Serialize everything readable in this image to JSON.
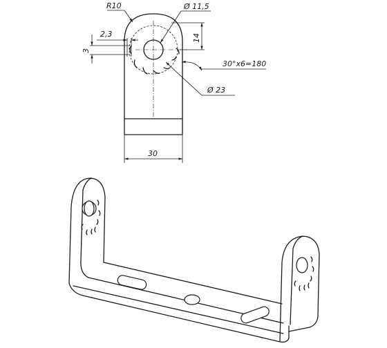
{
  "drawing": {
    "dimensions": {
      "radius": "R10",
      "hole_diameter": "Ø 11,5",
      "height": "14",
      "slot_width": "2,3",
      "slot_height": "3",
      "angle_spec": "30°x6=180",
      "bolt_circle": "Ø 23",
      "width": "30"
    }
  }
}
